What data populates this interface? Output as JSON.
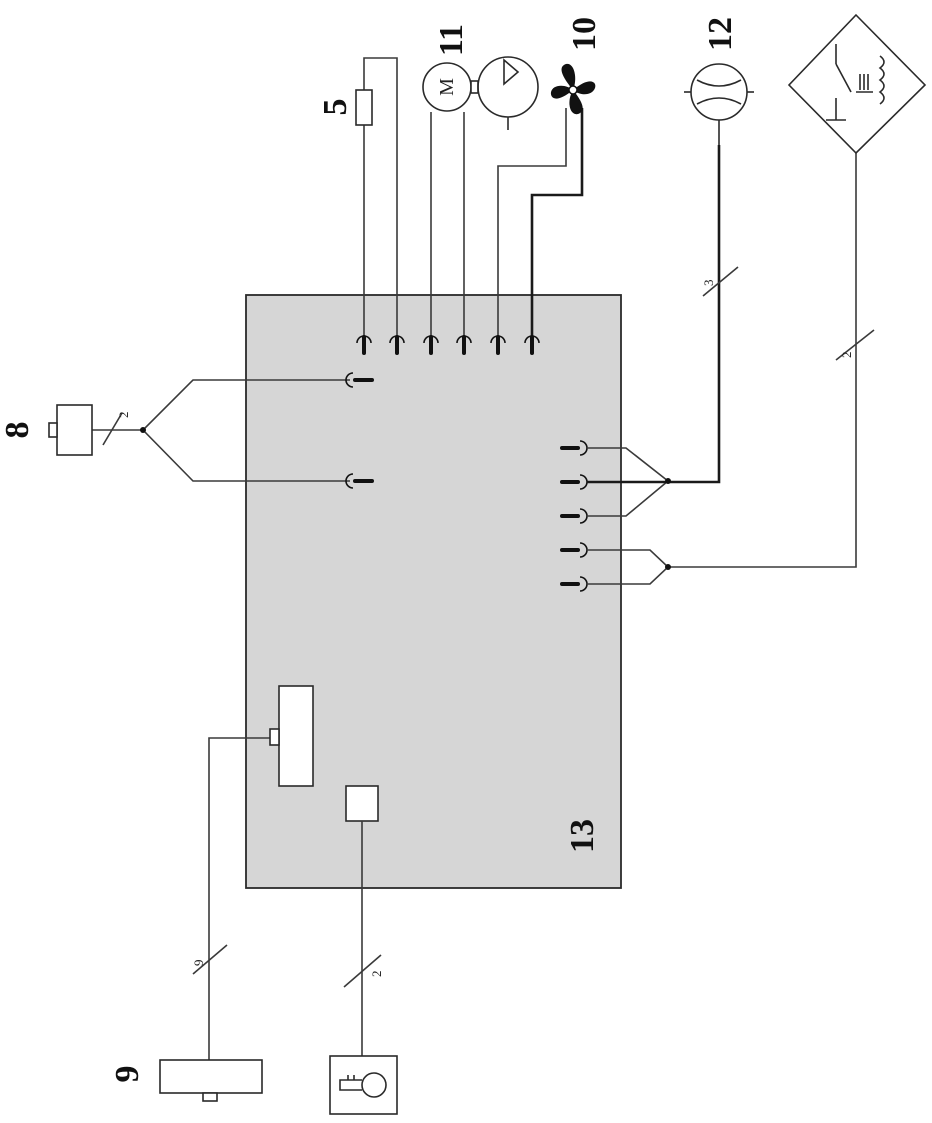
{
  "labels": {
    "component_5": "5",
    "component_8": "8",
    "component_9": "9",
    "component_10": "10",
    "component_11": "11",
    "component_12": "12",
    "controller_13": "13"
  },
  "wire_counts": {
    "wire_8": "2",
    "wire_12": "3",
    "wire_hood": "2",
    "wire_9": "9",
    "wire_key": "2"
  },
  "motor_symbol": "M",
  "colors": {
    "board_fill": "#d6d6d6",
    "ink": "#111111"
  }
}
